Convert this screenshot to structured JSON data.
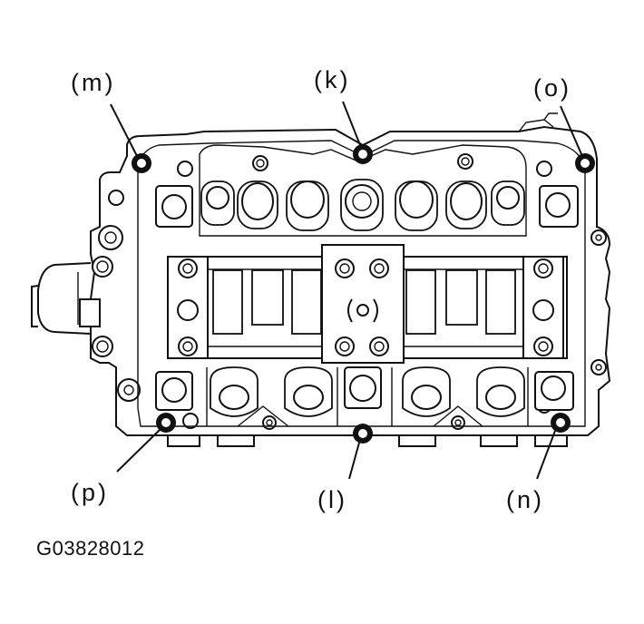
{
  "figure_id": "G03828012",
  "callouts": {
    "m": "(m)",
    "k": "(k)",
    "o": "(o)",
    "p": "(p)",
    "l": "(l)",
    "n": "(n)"
  }
}
